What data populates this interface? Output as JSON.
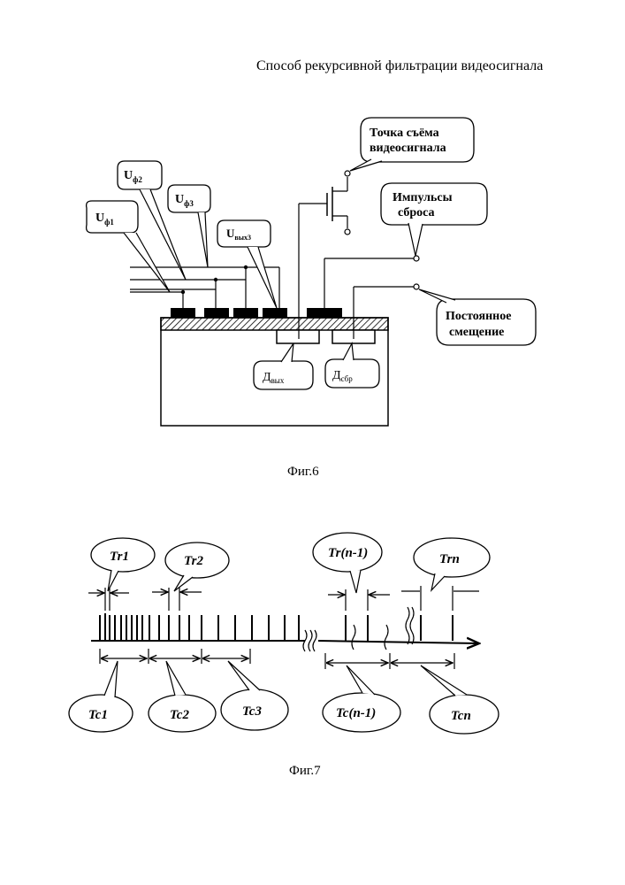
{
  "page": {
    "title": "Способ рекурсивной фильтрации видеосигнала"
  },
  "fig6": {
    "caption": "Фиг.6",
    "labels": {
      "uf1": "U",
      "uf1_sub": "ф1",
      "uf2": "U",
      "uf2_sub": "ф2",
      "uf3": "U",
      "uf3_sub": "ф3",
      "uvyx3": "U",
      "uvyx3_sub": "вых3",
      "output_point_line1": "Точка съёма",
      "output_point_line2": "видеосигнала",
      "reset_line1": "Импульсы",
      "reset_line2": "сброса",
      "bias_line1": "Постоянное",
      "bias_line2": "смещение",
      "d_out": "Д",
      "d_out_sub": "вых",
      "d_reset": "Д",
      "d_reset_sub": "сбр"
    }
  },
  "fig7": {
    "caption": "Фиг.7",
    "labels": {
      "tr1": "Tr1",
      "tr2": "Tr2",
      "trn1": "Tr(n-1)",
      "trn": "Trn",
      "tc1": "Tc1",
      "tc2": "Tc2",
      "tc3": "Tc3",
      "tcn1": "Tc(n-1)",
      "tcn": "Tcn"
    }
  }
}
